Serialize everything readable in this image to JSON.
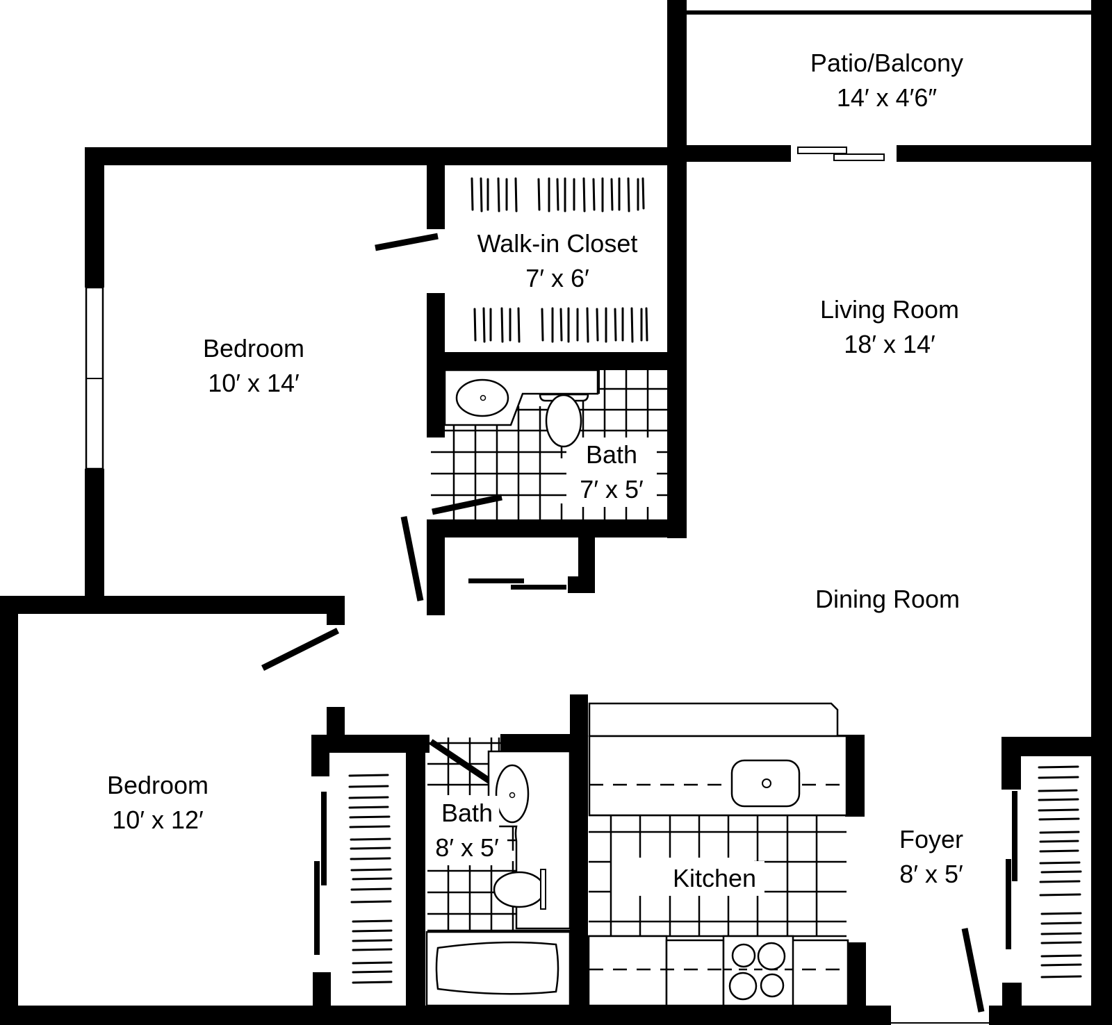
{
  "floorplan": {
    "colors": {
      "wall": "#000000",
      "background": "#ffffff"
    },
    "rooms": [
      {
        "id": "patio",
        "name": "Patio/Balcony",
        "size": "14′ x 4′6″"
      },
      {
        "id": "walkin",
        "name": "Walk-in Closet",
        "size": "7′ x 6′"
      },
      {
        "id": "living",
        "name": "Living Room",
        "size": "18′ x 14′"
      },
      {
        "id": "bedroom1",
        "name": "Bedroom",
        "size": "10′ x 14′"
      },
      {
        "id": "bath1",
        "name": "Bath",
        "size": "7′ x 5′"
      },
      {
        "id": "dining",
        "name": "Dining Room",
        "size": ""
      },
      {
        "id": "bedroom2",
        "name": "Bedroom",
        "size": "10′ x 12′"
      },
      {
        "id": "bath2",
        "name": "Bath",
        "size": "8′ x 5′"
      },
      {
        "id": "kitchen",
        "name": "Kitchen",
        "size": ""
      },
      {
        "id": "foyer",
        "name": "Foyer",
        "size": "8′ x 5′"
      }
    ]
  }
}
